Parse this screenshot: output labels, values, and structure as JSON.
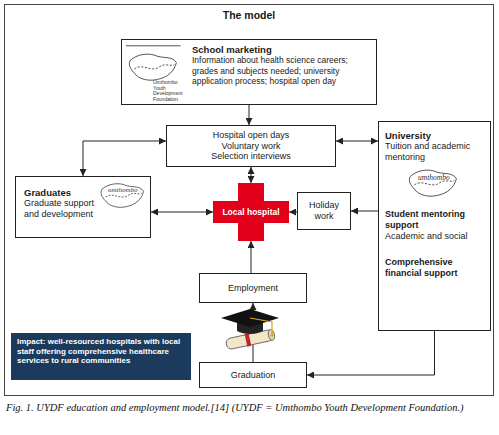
{
  "diagram": {
    "caption": "Fig. 1. UYDF education and employment model.[14] (UYDF = Umthombo Youth Development Foundation.)",
    "nodes": [
      {
        "text": [
          "The model"
        ]
      },
      {
        "text": [
          "School marketing",
          "Information about health science careers; grades and subjects needed; university application process; hospital open day"
        ],
        "in": 0
      },
      {
        "text": [
          "Hospital open days",
          "Voluntary work",
          "Selection interviews"
        ],
        "in": 0
      },
      {
        "text": [
          "University",
          "Tuition and academic mentoring",
          "Student mentoring support",
          "Academic and social",
          "Comprehensive financial support"
        ],
        "in": 0
      },
      {
        "text": [
          "Graduates",
          "Graduate support and development"
        ],
        "in": 0
      },
      {
        "text": [
          "Local hospital"
        ],
        "in": 0
      },
      {
        "text": [
          "Holiday work"
        ],
        "in": 0
      },
      {
        "text": [
          "Employment"
        ],
        "in": 0
      },
      {
        "text": [
          "Impact: well-resourced hospitals with local staff offering comprehensive healthcare services to rural communities"
        ],
        "in": 0
      },
      {
        "text": [
          "Graduation"
        ],
        "in": 0
      }
    ],
    "edges": [
      {
        "from": 1,
        "to": 2,
        "arrow": "to"
      },
      {
        "from": 2,
        "to": 3,
        "arrow": "both"
      },
      {
        "from": 4,
        "to": 2,
        "arrow": "both"
      },
      {
        "from": 2,
        "to": 5,
        "arrow": "both"
      },
      {
        "from": 4,
        "to": 5,
        "arrow": "both"
      },
      {
        "from": 6,
        "to": 5,
        "arrow": "to"
      },
      {
        "from": 3,
        "to": 6,
        "arrow": "to"
      },
      {
        "from": 7,
        "to": 5,
        "arrow": "to"
      },
      {
        "from": 9,
        "to": 7,
        "arrow": "to"
      },
      {
        "from": 3,
        "to": 9,
        "arrow": "to"
      }
    ],
    "labels": [
      "Umthombo Youth Development Foundation",
      "umthombo",
      "umthombo"
    ]
  }
}
